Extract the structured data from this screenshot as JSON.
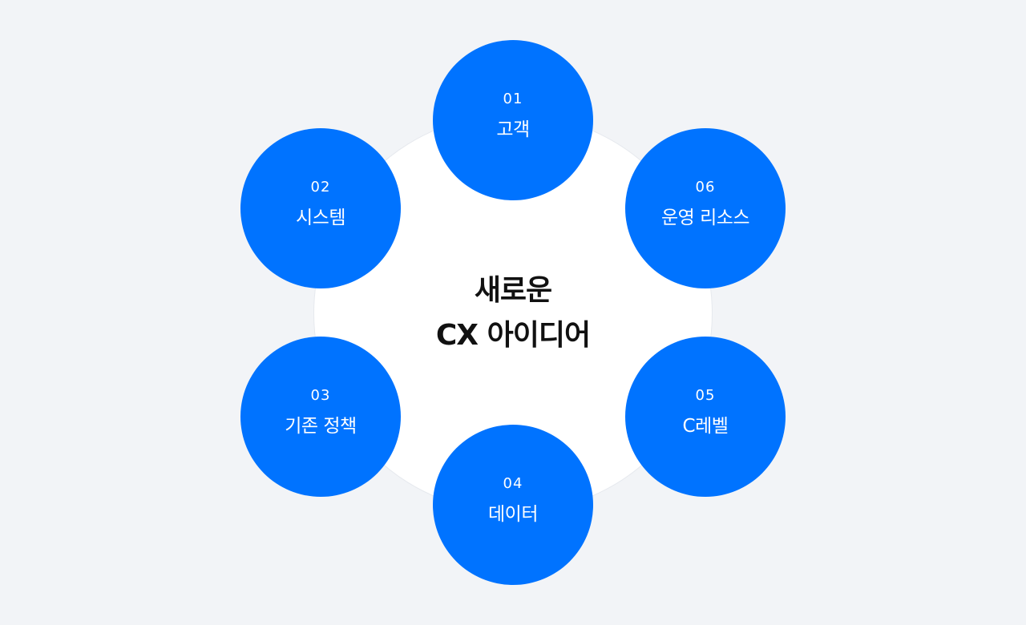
{
  "center": {
    "line1": "새로운",
    "line2": "CX 아이디어"
  },
  "nodes": [
    {
      "number": "01",
      "label": "고객"
    },
    {
      "number": "02",
      "label": "시스템"
    },
    {
      "number": "03",
      "label": "기존 정책"
    },
    {
      "number": "04",
      "label": "데이터"
    },
    {
      "number": "05",
      "label": "C레벨"
    },
    {
      "number": "06",
      "label": "운영 리소스"
    }
  ],
  "colors": {
    "background": "#f2f4f7",
    "node": "#0073ff",
    "center": "#ffffff",
    "title": "#111111"
  }
}
